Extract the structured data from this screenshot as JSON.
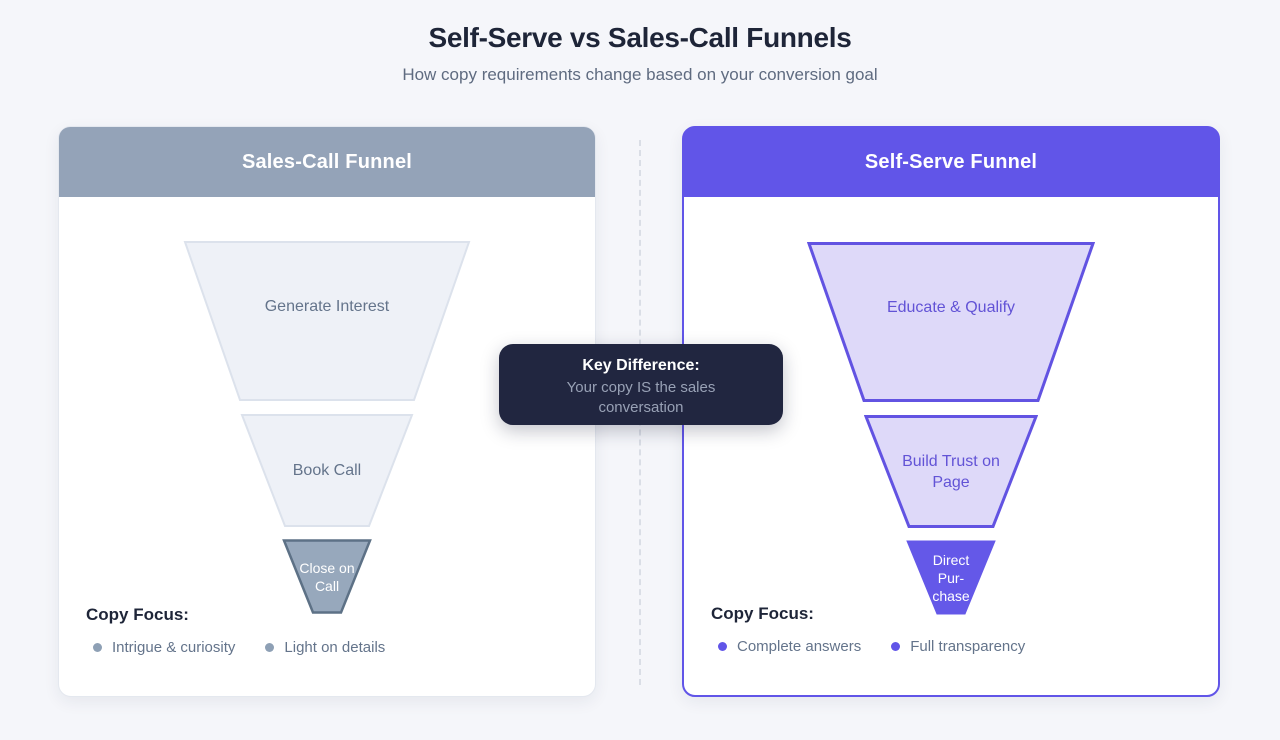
{
  "header": {
    "title": "Self-Serve vs Sales-Call Funnels",
    "subtitle": "How copy requirements change based on your conversion goal"
  },
  "sales_call_panel": {
    "title": "Sales-Call Funnel",
    "tiers": [
      {
        "label": "Generate Interest"
      },
      {
        "label": "Book Call"
      },
      {
        "label": "Close on Call"
      }
    ],
    "copy_focus": {
      "heading": "Copy Focus:",
      "items": [
        {
          "label": "Intrigue & curiosity"
        },
        {
          "label": "Light on details"
        }
      ]
    }
  },
  "self_serve_panel": {
    "title": "Self-Serve Funnel",
    "tiers": [
      {
        "label": "Educate & Qualify"
      },
      {
        "label": "Build Trust on Page"
      },
      {
        "label": "Direct Purchase",
        "lines": [
          "Direct",
          "Pur-",
          "chase"
        ]
      }
    ],
    "copy_focus": {
      "heading": "Copy Focus:",
      "items": [
        {
          "label": "Complete answers"
        },
        {
          "label": "Full transparency"
        }
      ]
    }
  },
  "key_difference": {
    "heading": "Key Difference:",
    "body": "Your copy IS the sales conversation"
  },
  "colors": {
    "page_background": "#f5f6fa",
    "sales_call_accent": "#94a3b8",
    "sales_call_tier_fill": "#eef1f7",
    "sales_call_tier_stroke": "#dce2ec",
    "sales_call_bottom_tier_fill": "#97a8bc",
    "sales_call_bottom_tier_stroke": "#5d7186",
    "self_serve_accent": "#6155e8",
    "self_serve_tier_fill": "#ded9f9",
    "self_serve_tier_stroke": "#6253e2",
    "badge_background": "#212640",
    "title_text": "#1e2538",
    "muted_text": "#64748b"
  }
}
